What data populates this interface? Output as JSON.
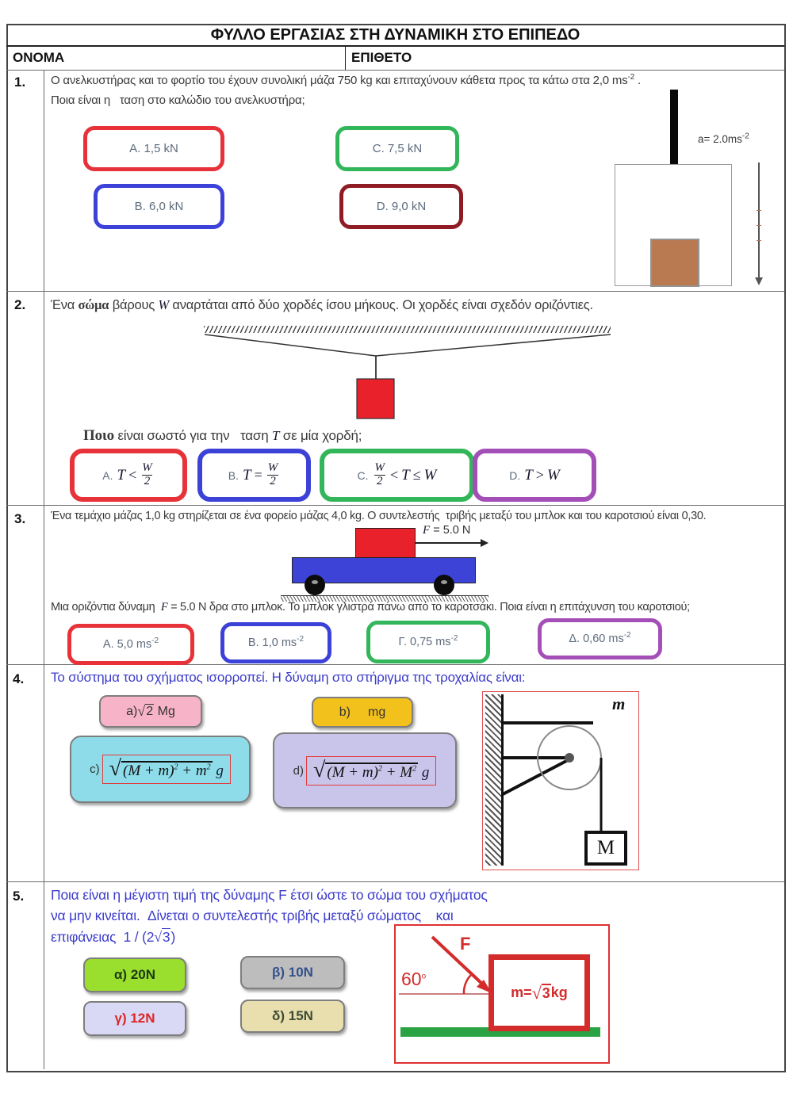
{
  "title": "ΦΥΛΛΟ ΕΡΓΑΣΙΑΣ ΣΤΗ ΔΥΝΑΜΙΚΗ ΣΤΟ ΕΠΙΠΕΔΟ",
  "header": {
    "name_label": "ΟΝΟΜΑ",
    "surname_label": "ΕΠΙΘΕΤΟ"
  },
  "q1": {
    "num": "1.",
    "line1a": "Ο ανελκυστήρας και το φορτίο του έχουν συνολική μάζα 750 kg και επιταχύνουν κάθετα προς τα κάτω στα 2,0 ms",
    "line1sup": "-2",
    "line1b": " .",
    "line2": "Ποια είναι η   ταση στο καλώδιο του ανελκυστήρα;",
    "options": [
      {
        "label": "A. 1,5 kN",
        "border": "#e63238"
      },
      {
        "label": "B. 6,0 kN",
        "border": "#3c41d8"
      },
      {
        "label": "C. 7,5 kN",
        "border": "#33b65a"
      },
      {
        "label": "D. 9,0 kN",
        "border": "#8f1b24"
      }
    ],
    "diagram": {
      "accel": "a= 2.0ms",
      "accel_sup": "-2"
    }
  },
  "q2": {
    "num": "2.",
    "intro": {
      "p1": "Ένα ",
      "bold": "σώμα",
      "p2": " βάρους ",
      "w": "W",
      "p3": " αναρτάται από δύο χορδές ίσου μήκους. Οι χορδές είναι σχεδόν οριζόντιες."
    },
    "prompt": {
      "p1": "Ποιο",
      "p2": " είναι σωστό για την   ταση ",
      "t": "T",
      "p3": " σε μία χορδή;"
    },
    "options": {
      "a": {
        "prefix": "A.",
        "var": "T",
        "op": "<",
        "num": "W",
        "den": "2",
        "border": "#e63238"
      },
      "b": {
        "prefix": "B.",
        "var": "T",
        "op": "=",
        "num": "W",
        "den": "2",
        "border": "#3c41d8"
      },
      "c": {
        "prefix": "C.",
        "num": "W",
        "den": "2",
        "op1": "<",
        "var": "T",
        "op2": "≤",
        "rhs": "W",
        "border": "#33b65a"
      },
      "d": {
        "prefix": "D.",
        "var": "T",
        "op": ">",
        "rhs": "W",
        "border": "#a44fb8"
      }
    }
  },
  "q3": {
    "num": "3.",
    "line1": "Ένα τεμάχιο μάζας 1,0 kg στηρίζεται σε ένα φορείο μάζας 4,0 kg. Ο συντελεστής  τριβής μεταξύ του μπλοκ και του καροτσιού είναι 0,30.",
    "diagram": {
      "f_sym": "F",
      "f_val": " = 5.0 N"
    },
    "line2": {
      "p1": "Μια οριζόντια δύναμη  ",
      "f": "F",
      "p2": " = 5.0 N δρα στο μπλοκ. Το μπλοκ γλιστρά πάνω από το καροτσάκι. Ποια είναι η επιτάχυνση του καροτσιού;"
    },
    "options": [
      {
        "base": "Α. 5,0 ms",
        "sup": "-2",
        "border": "#e63238"
      },
      {
        "base": "Β. 1,0 ms",
        "sup": "-2",
        "border": "#3c41d8"
      },
      {
        "base": "Γ. 0,75 ms",
        "sup": "-2",
        "border": "#33b65a"
      },
      {
        "base": "Δ. 0,60 ms",
        "sup": "-2",
        "border": "#a44fb8"
      }
    ]
  },
  "q4": {
    "num": "4.",
    "prompt": "Το σύστημα του σχήματος ισορροπεί. Η δύναμη στο στήριγμα της τροχαλίας είναι:",
    "options": {
      "a": {
        "prefix": "a)",
        "sqrt": "2",
        "tail": " Mg",
        "bg": "#f7b3c8"
      },
      "b": {
        "prefix": "b)",
        "text": "mg",
        "bg": "#f3c11c"
      },
      "c": {
        "prefix": "c)",
        "group": "(M + m)",
        "sup1": "2",
        "plus": " + ",
        "v2": "m",
        "sup2": "2",
        "tail": " g",
        "bg": "#8edcea"
      },
      "d": {
        "prefix": "d)",
        "group": "(M + m)",
        "sup1": "2",
        "plus": " + ",
        "v2": "M",
        "sup2": "2",
        "tail": " g",
        "bg": "#c9c5ea"
      }
    },
    "diagram": {
      "pulley_label": "m",
      "mass_label": "M"
    }
  },
  "q5": {
    "num": "5.",
    "line1": "Ποια είναι η μέγιστη τιμή της δύναμης F έτσι ώστε το σώμα του σχήματος",
    "line2": "να μην κινείται.  Δίνεται ο συντελεστής τριβής μεταξύ σώματος    και",
    "line3a": "επιφάνειας  1 / (2",
    "line3sqrt": "3",
    "line3b": ")",
    "options": [
      {
        "label": "α) 20N",
        "bg": "#9ade2e",
        "fg": "#1d3a14"
      },
      {
        "label": "β) 10N",
        "bg": "#bdbdbd",
        "fg": "#33518b"
      },
      {
        "label": "γ) 12N",
        "bg": "#d9d9f6",
        "fg": "#e02424"
      },
      {
        "label": "δ) 15N",
        "bg": "#e9dfae",
        "fg": "#3c4a33"
      }
    ],
    "diagram": {
      "force": "F",
      "angle": "60",
      "deg": "o",
      "m_prefix": "m=",
      "m_sqrt": "3",
      "m_unit": "kg"
    }
  },
  "colors": {
    "red_outline": "#e63238",
    "blue_outline": "#3c41d8",
    "green_outline": "#33b65a",
    "darkred_outline": "#8f1b24",
    "purple_outline": "#a44fb8",
    "block_red": "#e8212a",
    "cart_blue": "#3e43d8",
    "load_brown": "#b97a52",
    "ground_green": "#2ba344",
    "prompt_blue": "#3c3ccc"
  }
}
